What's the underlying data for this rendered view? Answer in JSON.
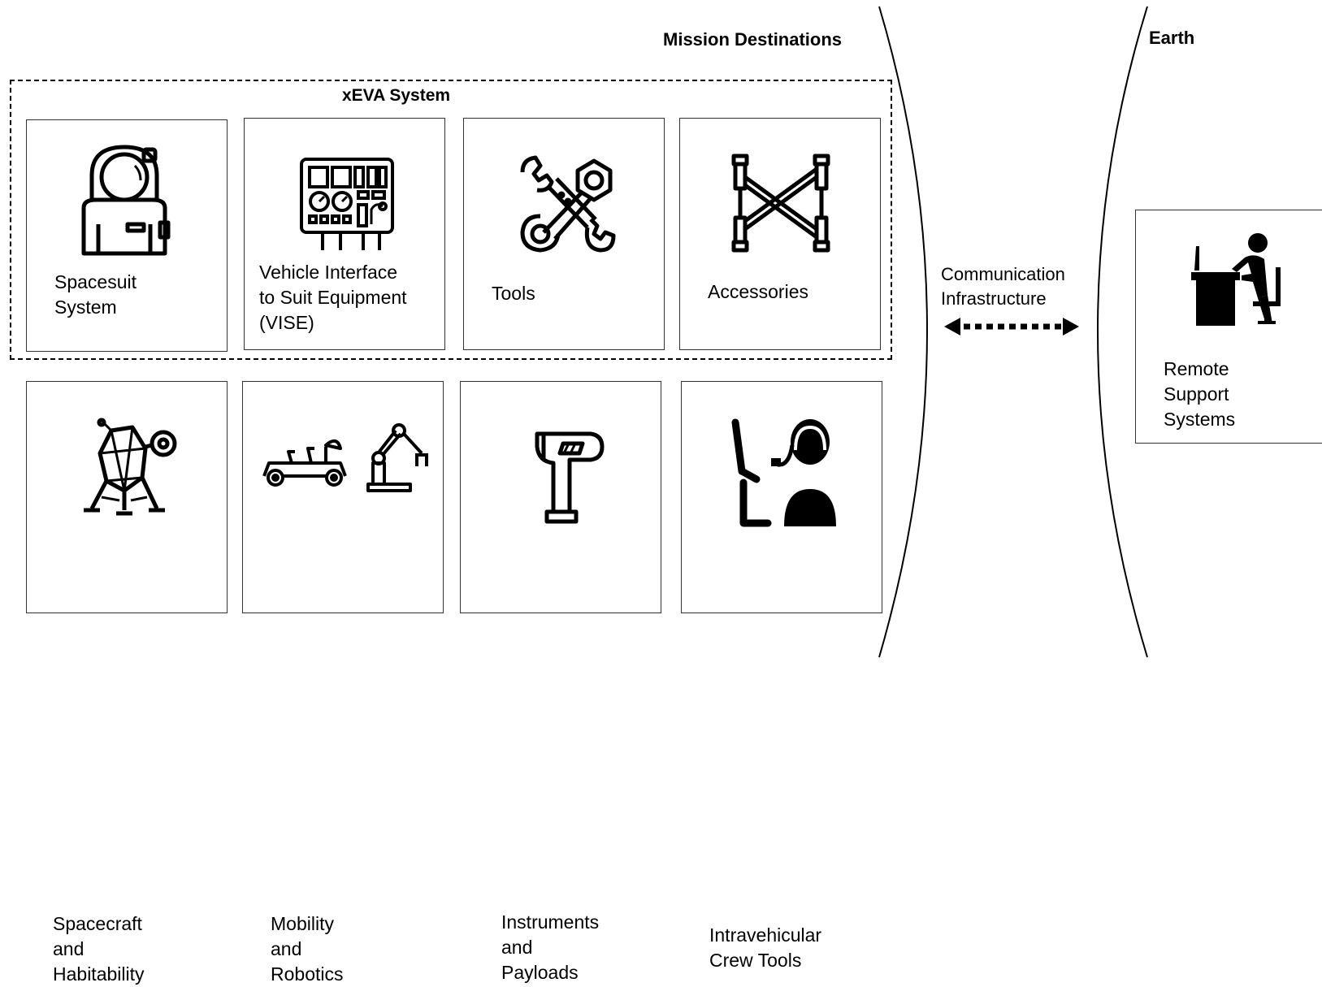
{
  "regions": {
    "mission_destinations": "Mission Destinations",
    "earth": "Earth"
  },
  "xeva_system": {
    "title": "xEVA System",
    "boxes": [
      {
        "label": "Spacesuit\nSystem",
        "icon": "astronaut-icon"
      },
      {
        "label": "Vehicle Interface\nto Suit Equipment\n(VISE)",
        "icon": "control-panel-icon"
      },
      {
        "label": "Tools",
        "icon": "crossed-wrenches-icon"
      },
      {
        "label": "Accessories",
        "icon": "truss-accessory-icon"
      }
    ]
  },
  "external_systems": {
    "boxes": [
      {
        "label": "Spacecraft\nand\nHabitability",
        "icon": "lunar-lander-icon"
      },
      {
        "label": "Mobility\nand\nRobotics",
        "icon": "rover-and-robot-arm-icon"
      },
      {
        "label": "Instruments\nand\nPayloads",
        "icon": "handheld-instrument-icon"
      },
      {
        "label": "Intravehicular\nCrew Tools",
        "icon": "crew-operator-headset-icon"
      }
    ]
  },
  "communication": {
    "label": "Communication\nInfrastructure",
    "icon": "bidirectional-dotted-arrow-icon"
  },
  "earth_systems": {
    "boxes": [
      {
        "label": "Remote\nSupport\nSystems",
        "icon": "desk-operator-icon"
      }
    ]
  }
}
